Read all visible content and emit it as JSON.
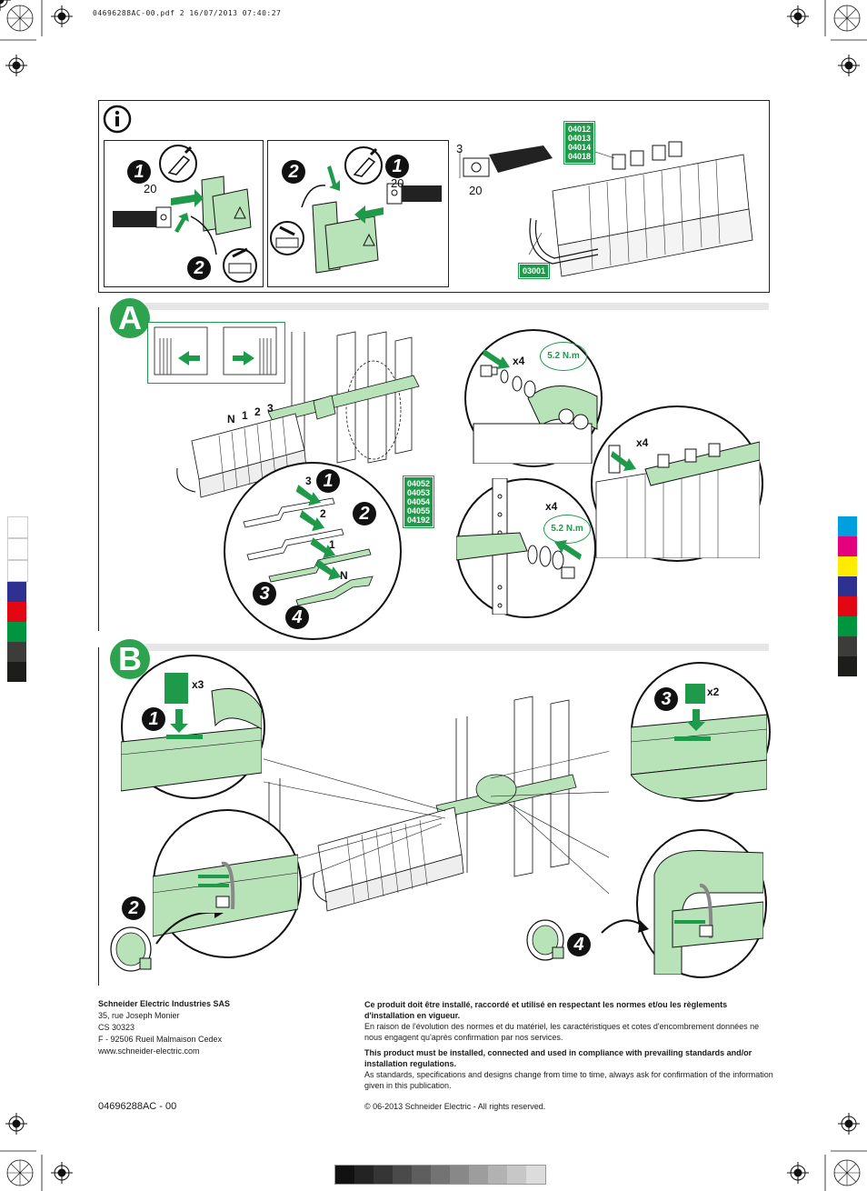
{
  "header": {
    "file_stamp": "04696288AC-00.pdf   2   16/07/2013   07:40:27"
  },
  "info_panel": {
    "icon": "info-icon",
    "step1": {
      "n1": "1",
      "n2": "2",
      "dim": "20"
    },
    "step2": {
      "n1": "2",
      "n2": "1",
      "dim": "20"
    },
    "dims": {
      "top": "3",
      "bottom": "20"
    },
    "codes_top": [
      "04012",
      "04013",
      "04014",
      "04018"
    ],
    "code_bottom": "03001"
  },
  "section_a": {
    "badge": "A",
    "phase_labels": [
      "N",
      "1",
      "2",
      "3"
    ],
    "bar_labels": [
      "3",
      "2",
      "1",
      "N"
    ],
    "step_numbers": [
      "1",
      "2",
      "3",
      "4"
    ],
    "codes": [
      "04052",
      "04053",
      "04054",
      "04055",
      "04192"
    ],
    "x4": "x4",
    "torque": "5.2 N.m"
  },
  "section_b": {
    "badge": "B",
    "x3": "x3",
    "x2": "x2",
    "step_numbers": [
      "1",
      "2",
      "3",
      "4"
    ]
  },
  "footer": {
    "company": "Schneider Electric Industries SAS",
    "address": [
      "35, rue Joseph Monier",
      "CS 30323",
      "F - 92506 Rueil Malmaison Cedex",
      "www.schneider-electric.com"
    ],
    "fr_bold": "Ce produit doit être installé, raccordé et utilisé en respectant les normes et/ou les règlements d'installation en vigueur.",
    "fr_norm": "En raison de l'évolution des normes et du matériel, les caractéristiques et cotes d'encombrement données ne nous engagent qu'après confirmation par nos services.",
    "en_bold": "This product must be installed, connected and used in compliance with prevailing standards and/or installation regulations.",
    "en_norm": "As standards, specifications and designs change from time to time, always ask for confirmation of the information given in this publication.",
    "doc_ref": "04696288AC - 00",
    "copyright": "© 06-2013 Schneider Electric - All rights reserved."
  },
  "colors": {
    "green": "#1f9a4a",
    "light_green": "#b8e3b9",
    "side_bars": [
      "#00a0e0",
      "#e5007e",
      "#ffec00",
      "#2e3192",
      "#e30613",
      "#009640",
      "#3c3c3b",
      "#1d1d1b"
    ],
    "grey_scale": [
      "#111111",
      "#232323",
      "#353535",
      "#4a4a4a",
      "#5e5e5e",
      "#737373",
      "#888888",
      "#9d9d9d",
      "#b2b2b2",
      "#c7c7c7",
      "#dcdcdc",
      "#f0f0f0"
    ]
  }
}
